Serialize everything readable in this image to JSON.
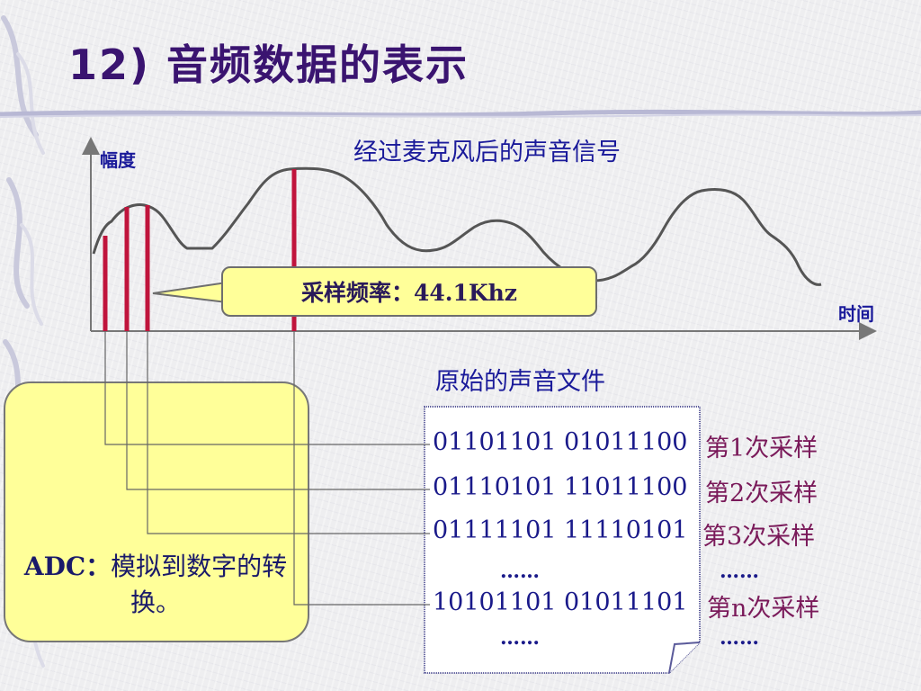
{
  "slide": {
    "title": "12) 音频数据的表示"
  },
  "diagram": {
    "signal_title": "经过麦克风后的声音信号",
    "y_axis_label": "幅度",
    "x_axis_label": "时间",
    "sampling_callout": "采样频率：44.1Khz",
    "adc_text": "ADC：模拟到数字的转换。",
    "adc_prefix": "ADC：",
    "adc_rest": "模拟到数字的转换。",
    "file_title": "原始的声音文件",
    "samples": [
      {
        "bits": "01101101 01011100",
        "label": "第1次采样"
      },
      {
        "bits": "01110101 11011100",
        "label": "第2次采样"
      },
      {
        "bits": "01111101 11110101",
        "label": "第3次采样"
      },
      {
        "bits": "10101101 01011101",
        "label": "第n次采样"
      }
    ],
    "ellipsis": "……"
  },
  "colors": {
    "title": "#3a1470",
    "sample_line": "#c0143c",
    "callout_fill": "#ffff99",
    "text_blue": "#1a1a9a"
  }
}
